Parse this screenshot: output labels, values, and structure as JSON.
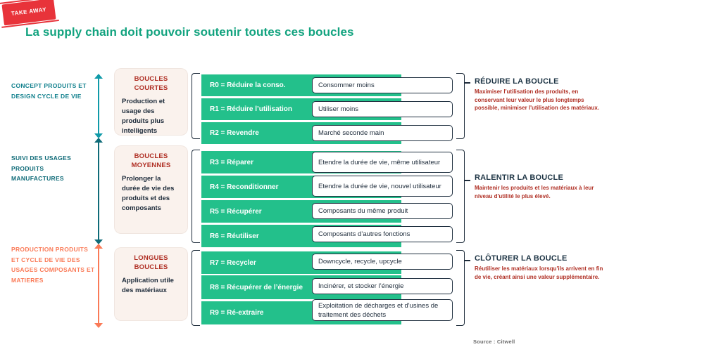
{
  "badge": {
    "text": "TAKE AWAY"
  },
  "title": "La supply chain doit pouvoir soutenir toutes ces boucles",
  "axis_labels": [
    {
      "text": "CONCEPT PRODUITS ET DESIGN CYCLE DE VIE",
      "color": "#0f7f8c"
    },
    {
      "text": "SUIVI DES USAGES PRODUITS MANUFACTURES",
      "color": "#0f6b78"
    },
    {
      "text": "PRODUCTION PRODUITS ET CYCLE DE VIE DES USAGES COMPOSANTS ET MATIERES",
      "color": "#fa7a57"
    }
  ],
  "arrows": [
    {
      "name": "concept-arrow",
      "color": "#0f9aa8"
    },
    {
      "name": "usage-arrow",
      "color": "#0f6b78"
    },
    {
      "name": "production-arrow",
      "color": "#fa7a57"
    }
  ],
  "loop_cards": [
    {
      "title": "BOUCLES COURTES",
      "body": "Production et usage des produits plus intelligents"
    },
    {
      "title": "BOUCLES MOYENNES",
      "body": "Prolonger la durée de vie des produits et des composants"
    },
    {
      "title": "LONGUES BOUCLES",
      "body": "Application utile des matériaux"
    }
  ],
  "groups": [
    {
      "name": "reduire",
      "heading": "RÉDUIRE LA BOUCLE",
      "description": "Maximiser l'utilisation des produits, en conservant leur valeur le plus longtemps possible, minimiser l'utilisation des matériaux.",
      "rows": [
        {
          "label": "R0 = Réduire la conso.",
          "value": "Consommer moins"
        },
        {
          "label": "R1 = Réduire l’utilisation",
          "value": "Utiliser moins"
        },
        {
          "label": "R2 = Revendre",
          "value": "Marché seconde main"
        }
      ]
    },
    {
      "name": "ralentir",
      "heading": "RALENTIR LA BOUCLE",
      "description": "Maintenir les produits et les matériaux à leur niveau d'utilité le plus élevé.",
      "rows": [
        {
          "label": "R3 = Réparer",
          "value": "Etendre la durée de vie, même utilisateur"
        },
        {
          "label": "R4 = Reconditionner",
          "value": "Etendre la durée de vie, nouvel utilisateur"
        },
        {
          "label": "R5 = Récupérer",
          "value": "Composants du même produit"
        },
        {
          "label": "R6 = Réutiliser",
          "value": "Composants d’autres fonctions"
        }
      ]
    },
    {
      "name": "cloturer",
      "heading": "CLÔTURER LA BOUCLE",
      "description": "Réutiliser les matériaux lorsqu'ils arrivent en fin de vie, créant ainsi une valeur supplémentaire.",
      "rows": [
        {
          "label": "R7 = Recycler",
          "value": "Downcycle, recycle, upcycle"
        },
        {
          "label": "R8 = Récupérer de l’énergie",
          "value": "Incinérer, et stocker l’énergie"
        },
        {
          "label": "R9 = Ré-extraire",
          "value": "Exploitation de décharges et d'usines de traitement des déchets"
        }
      ]
    }
  ],
  "source": "Source : Citwell",
  "colors": {
    "green_strip": "#23c08b",
    "title_green": "#12a37f",
    "card_bg": "#faf2ed",
    "card_title_red": "#b03025",
    "navy": "#1d2b3a",
    "orange": "#fa7a57",
    "teal": "#0f7f8c"
  }
}
